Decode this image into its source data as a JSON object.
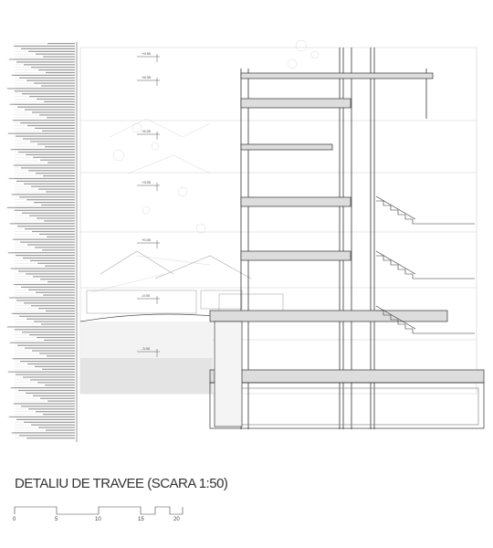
{
  "drawing": {
    "title": "DETALIU DE TRAVEE (SCARA 1:50)",
    "scale_bar": {
      "ticks": [
        "0",
        "5",
        "10",
        "15",
        "20"
      ]
    },
    "level_marks": [
      "+9.50",
      "+8.35",
      "+6.00",
      "+3.00",
      "+0.00",
      "-0.00",
      "-3.00"
    ],
    "colors": {
      "line": "#333333",
      "light_line": "#bbbbbb",
      "fill_light": "#eeeeee",
      "hatch": "#cfcfcf"
    }
  }
}
